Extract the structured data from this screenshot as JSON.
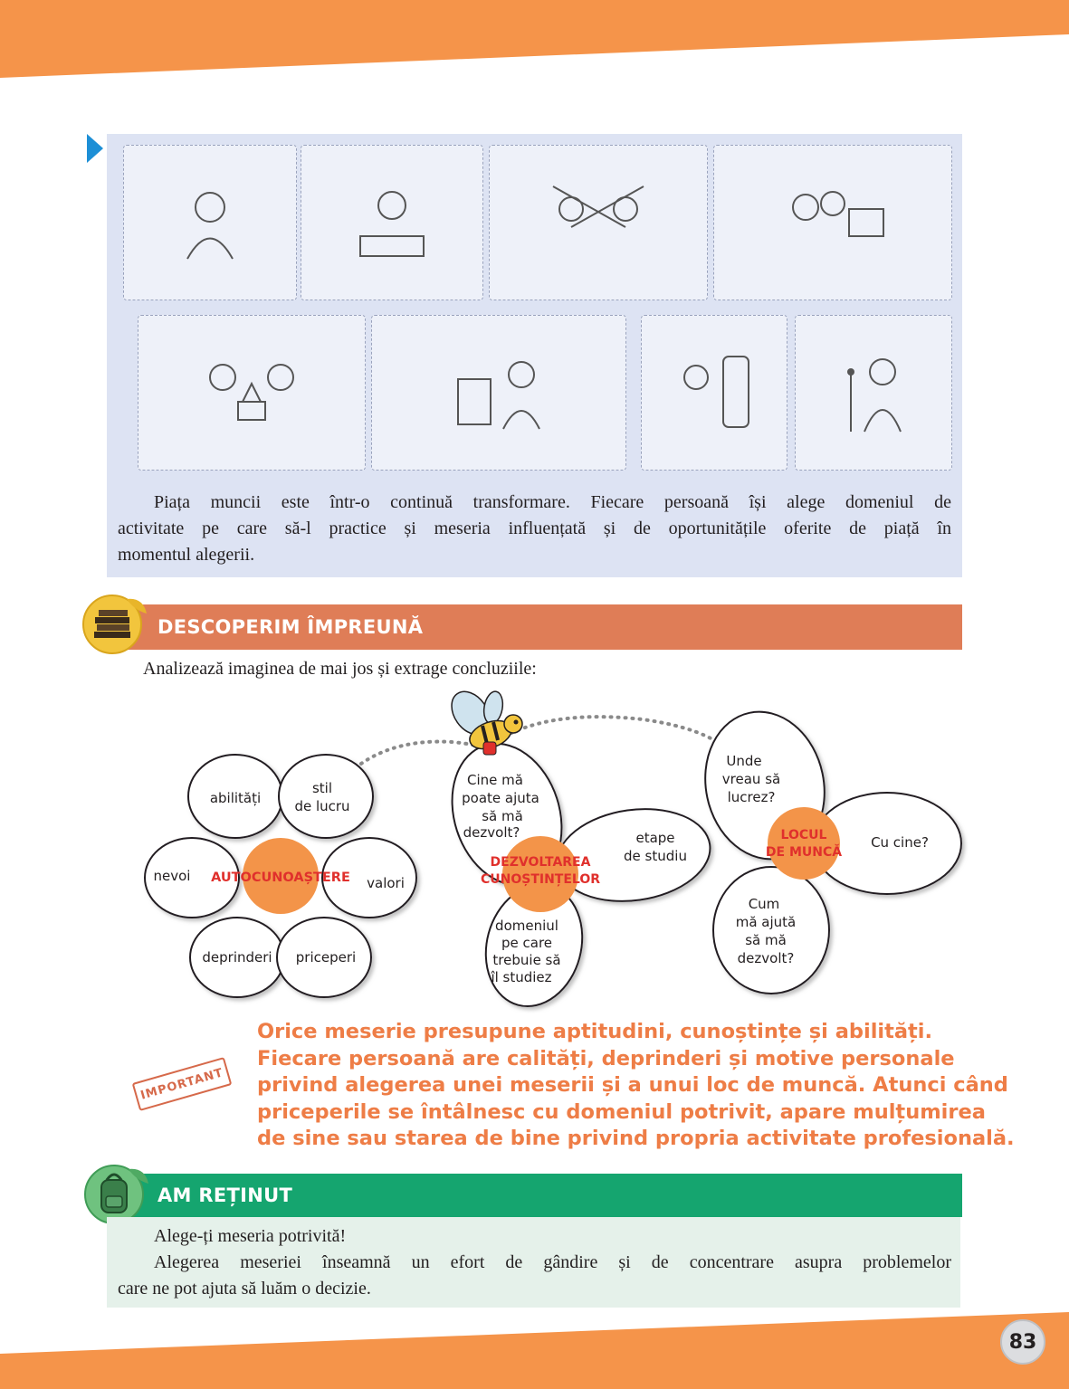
{
  "colors": {
    "orange_band": "#f5944a",
    "panel_blue": "#dde3f3",
    "header_orange": "#df7d57",
    "header_green": "#15a56f",
    "panel_green": "#e5f1ea",
    "important_orange": "#ee7d46",
    "flower_center": "#f39449",
    "flower_label_red": "#e0302c"
  },
  "illustrations": [
    {
      "icon": "girl-sewing-doll-clothes-illustration"
    },
    {
      "icon": "tailor-cutting-fabric-illustration"
    },
    {
      "icon": "children-fencing-illustration"
    },
    {
      "icon": "doctors-at-computer-illustration"
    },
    {
      "icon": "children-building-blocks-illustration"
    },
    {
      "icon": "engineer-with-robot-illustration"
    },
    {
      "icon": "girl-at-mirror-illustration"
    },
    {
      "icon": "singer-at-microphone-illustration"
    }
  ],
  "intro": {
    "line1": "Piața muncii este într-o continuă transformare. Fiecare persoană își alege domeniul de",
    "line2": "activitate pe care să-l practice și meseria influențată și de oportunitățile oferite de piață în",
    "line3": "momentul alegerii."
  },
  "discover": {
    "title": "DESCOPERIM ÎMPREUNĂ",
    "icon": "books-icon",
    "instruction": "Analizează imaginea de mai jos și extrage concluziile:"
  },
  "flowers": {
    "self_knowledge": {
      "center": "AUTOCUNOAȘTERE",
      "petals": {
        "p1": "abilități",
        "p2a": "stil",
        "p2b": "de lucru",
        "p3": "nevoi",
        "p4": "valori",
        "p5": "deprinderi",
        "p6": "priceperi"
      }
    },
    "knowledge": {
      "center_a": "DEZVOLTAREA",
      "center_b": "CUNOȘTINȚELOR",
      "petal_top": [
        "Cine mă",
        "poate ajuta",
        "să mă",
        "dezvolt?"
      ],
      "petal_right": [
        "etape",
        "de studiu"
      ],
      "petal_bottom": [
        "domeniul",
        "pe care",
        "trebuie să",
        "îl studiez"
      ]
    },
    "workplace": {
      "center_a": "LOCUL",
      "center_b": "DE MUNCĂ",
      "petal_top": [
        "Unde",
        "vreau să",
        "lucrez?"
      ],
      "petal_right": "Cu cine?",
      "petal_bottom": [
        "Cum",
        "mă ajută",
        "să mă",
        "dezvolt?"
      ]
    },
    "bee_icon": "bee-icon"
  },
  "important": {
    "stamp": "IMPORTANT",
    "line1": "Orice meserie presupune aptitudini, cunoștințe și abilități.",
    "line2": "Fiecare persoană are calități, deprinderi și motive personale",
    "line3": "privind alegerea unei meserii și a unui loc de muncă. Atunci când",
    "line4": "priceperile se întâlnesc cu domeniul potrivit, apare mulțumirea",
    "line5": "de sine sau starea de bine privind propria activitate profesională."
  },
  "remember": {
    "title": "AM REȚINUT",
    "icon": "backpack-icon",
    "line1": "Alege-ți meseria potrivită!",
    "line2": "Alegerea meseriei înseamnă un efort de gândire și de concentrare asupra problemelor",
    "line3": "care ne pot ajuta să luăm o decizie."
  },
  "page_number": "83"
}
